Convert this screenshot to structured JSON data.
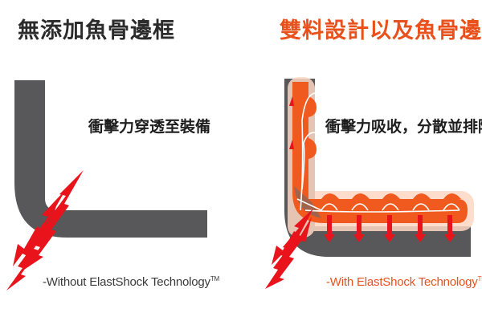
{
  "left": {
    "title": "無添加魚骨邊框",
    "description": "衝擊力穿透至裝備",
    "caption": "-Without ElastShock Technology",
    "caption_mark": "TM"
  },
  "right": {
    "title": "雙料設計以及魚骨邊框",
    "description": "衝擊力吸收，分散並排除",
    "caption": "-With ElastShock Technology",
    "caption_mark": "TM"
  },
  "colors": {
    "frame": "#58585a",
    "impact": "#e8131b",
    "elastomer": "#f05a1e",
    "accent_text": "#e8511c"
  }
}
